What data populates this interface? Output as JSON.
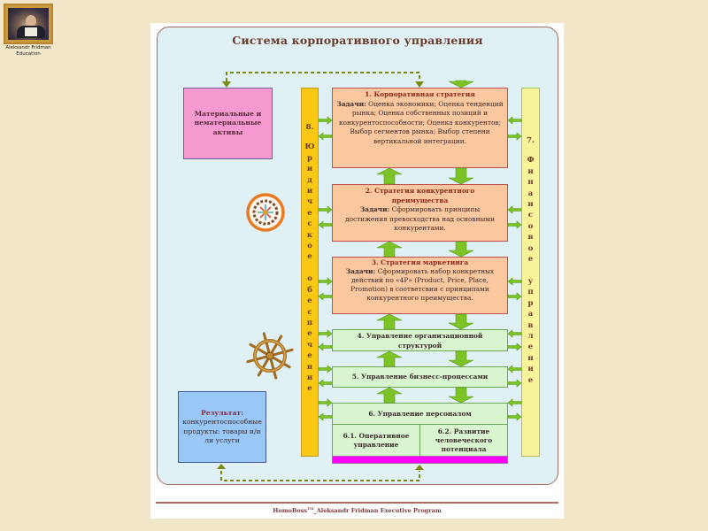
{
  "logo": {
    "icon": "portrait-icon",
    "caption_line1": "Aleksandr Fridman",
    "caption_line2": "Education"
  },
  "title": "Система корпоративного управления",
  "left": {
    "assets": "Материальные и нематериальные активы",
    "result_heading": "Результат:",
    "result_text": "конкурентоспособные продукты: товары и/или услуги",
    "compass_icon": "compass-rose-icon",
    "wheel_icon": "ships-wheel-icon"
  },
  "legal_bar": {
    "number": "8.",
    "letters": [
      "Ю",
      "р",
      "и",
      "д",
      "и",
      "ч",
      "е",
      "с",
      "к",
      "о",
      "е",
      "",
      "о",
      "б",
      "е",
      "с",
      "п",
      "е",
      "ч",
      "е",
      "н",
      "и",
      "е"
    ]
  },
  "finance_bar": {
    "number": "7.",
    "letters": [
      "Ф",
      "и",
      "н",
      "а",
      "н",
      "с",
      "о",
      "в",
      "о",
      "е",
      "",
      "у",
      "п",
      "р",
      "а",
      "в",
      "л",
      "е",
      "н",
      "и",
      "е"
    ]
  },
  "blocks": {
    "b1": {
      "heading": "1. Корпоративная стратегия",
      "task_label": "Задачи:",
      "task_text": "Оценка экономики; Оценка тенденций рынка; Оценка собственных позиций и конкурентоспособности; Оценка конкурентов; Выбор сегментов рынка; Выбор степени вертикальной интеграции."
    },
    "b2": {
      "heading": "2. Стратегия конкурентного преимущества",
      "task_label": "Задачи:",
      "task_text": "Сформировать принципы достижения превосходства над основными конкурентами."
    },
    "b3": {
      "heading": "3. Стратегия маркетинга",
      "task_label": "Задачи:",
      "task_text": "Сформировать набор конкретных действий по «4P» (Product, Price, Place, Promotion) в соответсвии с принципами конкурентного преимущества."
    },
    "b4": "4. Управление организационной структурой",
    "b5": "5. Управление бизнесс-процессами",
    "b6": "6. Управление персоналом",
    "b61": "6.1. Оперативное управление",
    "b62": "6.2. Развитие человеческого потенциала"
  },
  "footer": {
    "brand": "HomoBoss",
    "tm": "TM",
    "program": "_Aleksandr Fridman Executive Program"
  },
  "colors": {
    "arrow_green": "#7cc426",
    "dotted_olive": "#7a8a10",
    "orange_fill": "#fbc79e",
    "green_fill": "#d8f5d0",
    "legal_bar": "#f9c814",
    "finance_bar": "#f9f39a",
    "magenta": "#ff00ff"
  }
}
